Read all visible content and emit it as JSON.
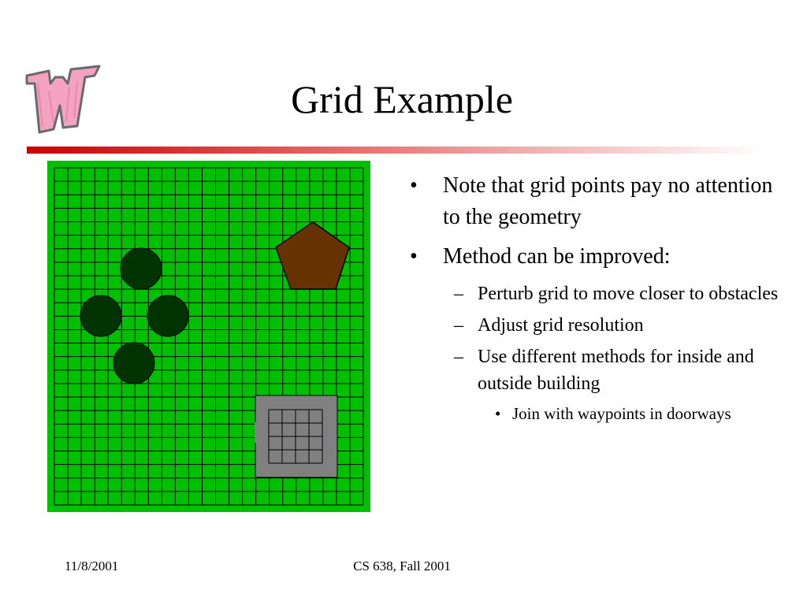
{
  "slide": {
    "title": "Grid Example"
  },
  "bullets": [
    {
      "text": "Note that grid points pay no attention to the geometry",
      "level": 1,
      "marker": "•"
    },
    {
      "text": "Method can be improved:",
      "level": 1,
      "marker": "•"
    },
    {
      "text": "Perturb grid to move closer to obstacles",
      "level": 2,
      "marker": "–"
    },
    {
      "text": "Adjust grid resolution",
      "level": 2,
      "marker": "–"
    },
    {
      "text": "Use different methods for inside and outside building",
      "level": 2,
      "marker": "–"
    },
    {
      "text": "Join with waypoints in doorways",
      "level": 3,
      "marker": "•"
    }
  ],
  "footer": {
    "date": "11/8/2001",
    "course": "CS 638, Fall 2001"
  },
  "figure": {
    "grid_columns": 23,
    "grid_rows": 25,
    "building_grid_columns": 4,
    "building_grid_rows": 4
  },
  "colors": {
    "field_green": "#00c000",
    "grid_line": "#000000",
    "obstacle_dark_green": "#003300",
    "pentagon_brown": "#663300",
    "building_gray": "#808080",
    "header_rule_red": "#cc0000",
    "logo_pink": "#f3a3bf"
  },
  "icons": {
    "logo": "w-logo-icon",
    "title_rule": "red-gradient-rule"
  }
}
